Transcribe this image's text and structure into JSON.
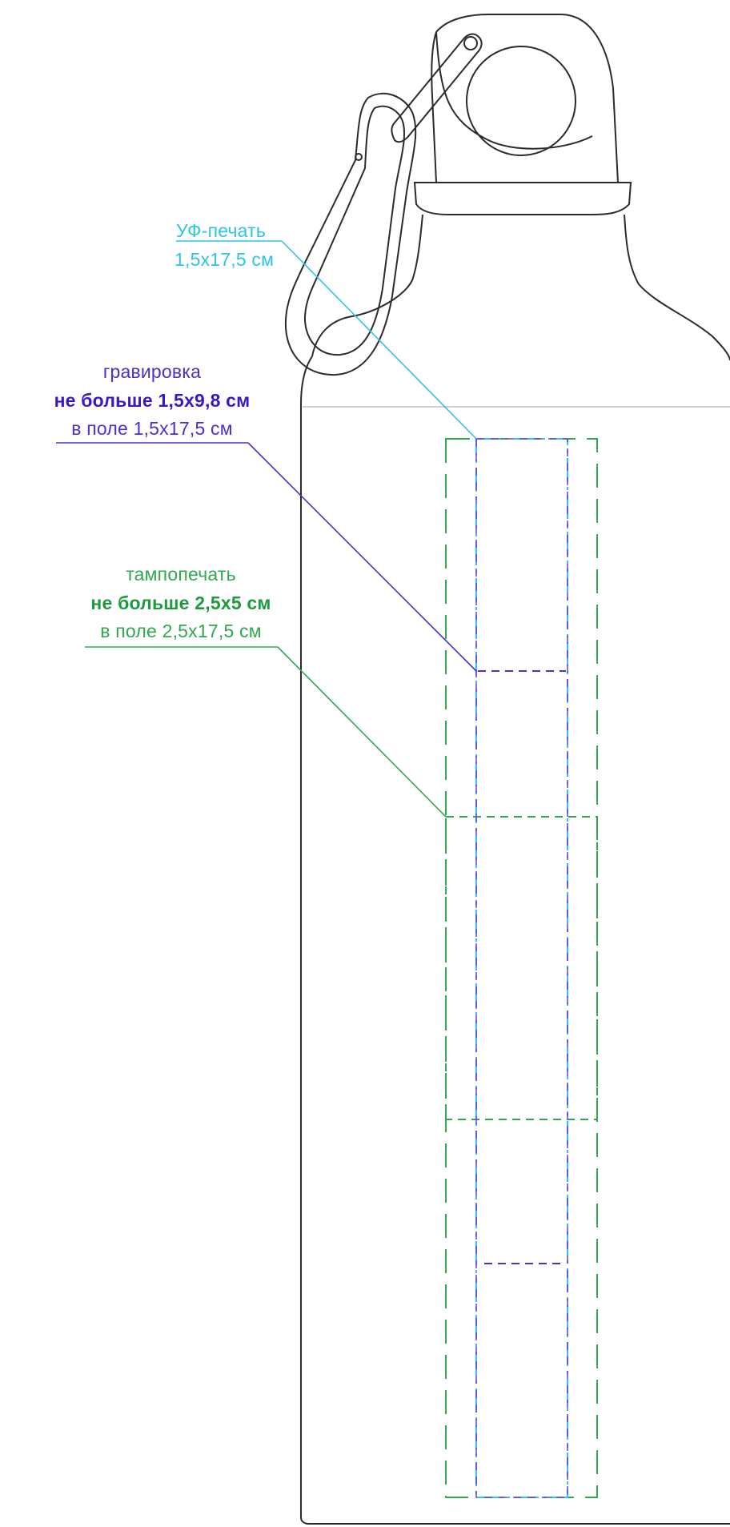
{
  "labels": {
    "uv_print": {
      "title": "УФ-печать",
      "size": "1,5x17,5 см",
      "color": "#2ec4e6"
    },
    "engraving": {
      "title": "гравировка",
      "limit": "не больше 1,5x9,8 см",
      "field": "в поле 1,5x17,5 см",
      "color": "#4a2fd1",
      "bold_color": "#3a16c7"
    },
    "pad_print": {
      "title": "тампопечать",
      "limit": "не больше 2,5x5 см",
      "field": "в поле 2,5x17,5 см",
      "color": "#2fa84f",
      "bold_color": "#1e9a3e"
    }
  },
  "colors": {
    "outline": "#2b2b2b",
    "divider": "#cfcfcf"
  },
  "icons": {
    "bottle": "bottle-outline-icon",
    "carabiner": "carabiner-icon"
  }
}
